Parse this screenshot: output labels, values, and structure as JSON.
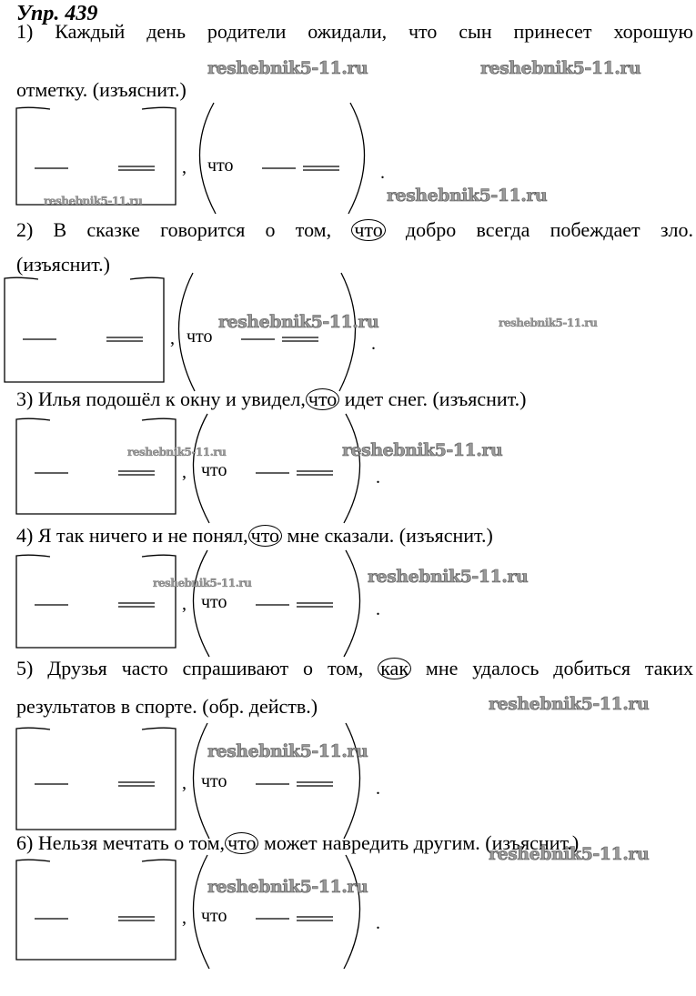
{
  "title": "Упр. 439",
  "items": [
    {
      "lines": [
        {
          "before": "1) Каждый день родители ожидали, что сын принесет хорошую",
          "circled": "",
          "after": ""
        },
        {
          "before": "отметку. (изъяснит.)",
          "circled": "",
          "after": ""
        }
      ]
    },
    {
      "lines": [
        {
          "before": "2) В сказке говорится о том, ",
          "circled": "что",
          "after": " добро всегда побеждает зло."
        },
        {
          "before": "(изъяснит.)",
          "circled": "",
          "after": ""
        }
      ]
    },
    {
      "lines": [
        {
          "before": "3) Илья подошёл к окну и увидел,",
          "circled": "что",
          "after": " идет снег. (изъяснит.)"
        }
      ]
    },
    {
      "lines": [
        {
          "before": "4) Я так ничего и не понял,",
          "circled": "что",
          "after": " мне сказали. (изъяснит.)"
        }
      ]
    },
    {
      "lines": [
        {
          "before": "5) Друзья часто спрашивают о том, ",
          "circled": "как",
          "after": " мне удалось добиться таких"
        },
        {
          "before": "результатов в спорте. (обр. действ.)",
          "circled": "",
          "after": ""
        }
      ]
    },
    {
      "lines": [
        {
          "before": "6) Нельзя мечтать о том,",
          "circled": "что",
          "after": " может навредить другим. (изъяснит.)"
        }
      ]
    }
  ],
  "schemes": [
    {
      "conjunction": "что",
      "comma": ",",
      "period": "."
    },
    {
      "conjunction": "что",
      "comma": ",",
      "period": "."
    },
    {
      "conjunction": "что",
      "comma": ",",
      "period": "."
    },
    {
      "conjunction": "что",
      "comma": ",",
      "period": "."
    },
    {
      "conjunction": "что",
      "comma": ",",
      "period": "."
    },
    {
      "conjunction": "что",
      "comma": ",",
      "period": "."
    }
  ],
  "watermark": "reshebnik5-11.ru"
}
